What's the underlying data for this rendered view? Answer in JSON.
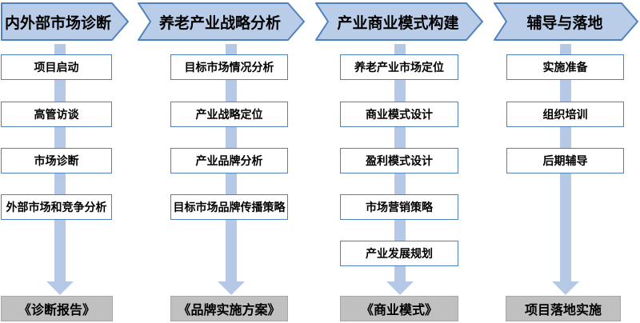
{
  "colors": {
    "chevronFill": "#b9cde8",
    "chevronBorder": "#4f81bd",
    "boxBorder": "#4f81bd",
    "boxFill": "#ffffff",
    "arrowBand": "#b5c9e6",
    "outputFill": "#c0c0c0",
    "outputBorder": "#a6a6a6",
    "textColor": "#000000"
  },
  "columns": [
    {
      "header": "内外部市场诊断",
      "steps": [
        "项目启动",
        "高管访谈",
        "市场诊断",
        "外部市场和竞争分析"
      ],
      "output": "《诊断报告》"
    },
    {
      "header": "养老产业战略分析",
      "steps": [
        "目标市场情况分析",
        "产业战略定位",
        "产业品牌分析",
        "目标市场品牌传播策略"
      ],
      "output": "《品牌实施方案》"
    },
    {
      "header": "产业商业模式构建",
      "steps": [
        "养老产业市场定位",
        "商业模式设计",
        "盈利模式设计",
        "市场营销策略",
        "产业发展规划"
      ],
      "output": "《商业模式》"
    },
    {
      "header": "辅导与落地",
      "steps": [
        "实施准备",
        "组织培训",
        "后期辅导"
      ],
      "output": "项目落地实施"
    }
  ]
}
